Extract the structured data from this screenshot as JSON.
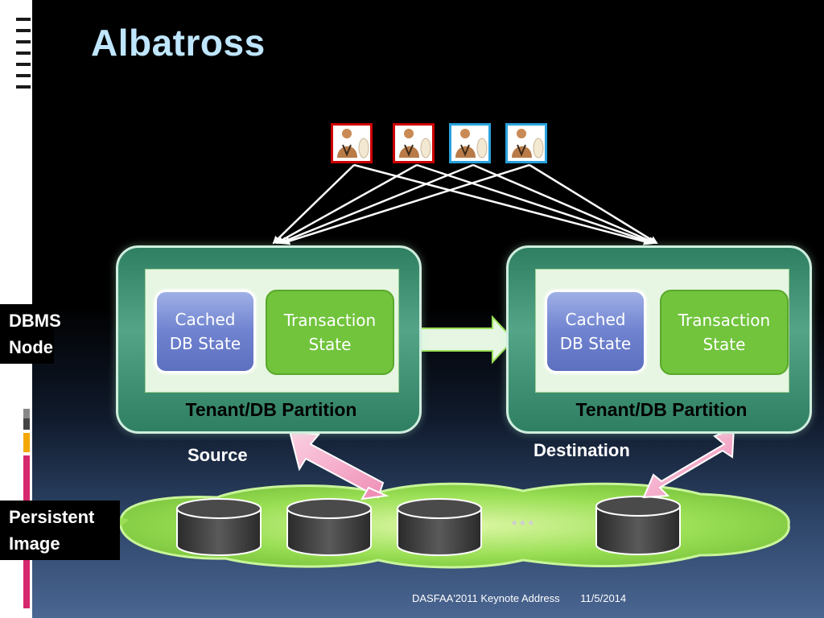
{
  "slide": {
    "title": "Albatross",
    "side_labels": {
      "dbms_node": [
        "DBMS",
        "Node"
      ],
      "persistent_image": [
        "Persistent",
        "Image"
      ]
    },
    "source_node": {
      "cached": [
        "Cached",
        "DB State"
      ],
      "transaction": [
        "Transaction",
        "State"
      ],
      "partition": "Tenant/DB Partition"
    },
    "destination_node": {
      "cached": [
        "Cached",
        "DB State"
      ],
      "transaction": [
        "Transaction",
        "State"
      ],
      "partition": "Tenant/DB Partition"
    },
    "labels": {
      "source": "Source",
      "destination": "Destination",
      "ellipsis": "•••"
    },
    "clients": [
      {
        "border": "#cc0000"
      },
      {
        "border": "#cc0000"
      },
      {
        "border": "#2aa1dc"
      },
      {
        "border": "#2aa1dc"
      }
    ],
    "footer": {
      "event": "DASFAA'2011 Keynote Address",
      "date": "11/5/2014"
    },
    "colors": {
      "title": "#bfe6ff",
      "tenant_box": "#4a9a7c",
      "cached": "#6f82cf",
      "transaction": "#71c43c",
      "cloud": "#9adf55",
      "arrow_pink": "#f3a6c6",
      "client_red": "#cc0000",
      "client_blue": "#2aa1dc"
    }
  }
}
